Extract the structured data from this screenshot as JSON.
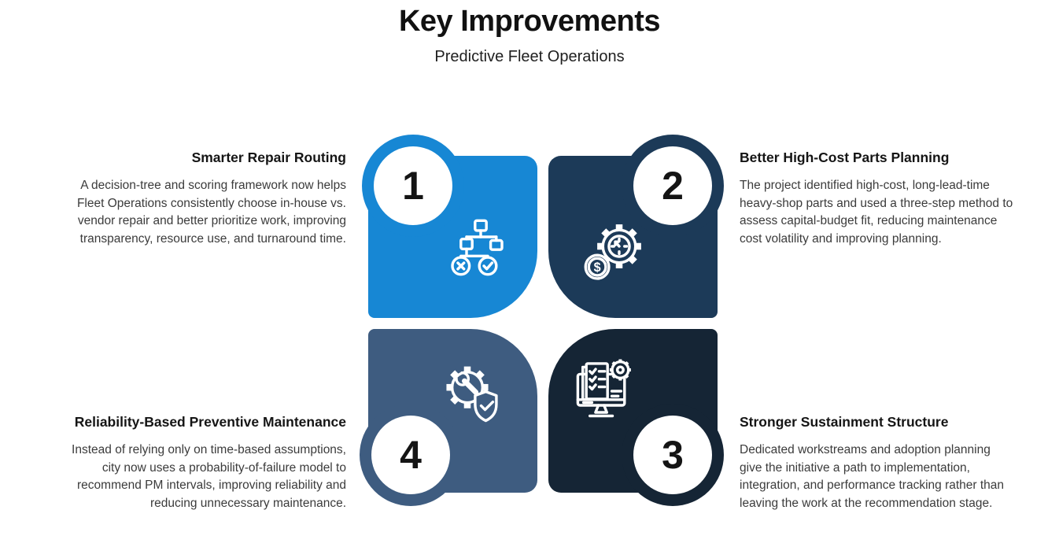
{
  "header": {
    "title": "Key Improvements",
    "subtitle": "Predictive Fleet Operations"
  },
  "palette": {
    "background": "#ffffff",
    "icon_stroke": "#ffffff",
    "number_color": "#141414",
    "heading_color": "#151515",
    "body_color": "#3b3b3b"
  },
  "items": [
    {
      "number": "1",
      "title": "Smarter Repair Routing",
      "description": "A decision-tree and scoring framework now helps Fleet Operations consistently choose in-house vs. vendor repair and better prioritize work, improving transparency, resource use, and turnaround time.",
      "color": "#1787d4",
      "icon": "decision-tree-icon",
      "position": "top-left"
    },
    {
      "number": "2",
      "title": "Better High-Cost Parts Planning",
      "description": "The project identified high-cost, long-lead-time heavy-shop parts and used a three-step method to assess capital-budget fit, reducing maintenance cost volatility and improving planning.",
      "color": "#1c3a58",
      "icon": "gear-clock-coin-icon",
      "position": "top-right"
    },
    {
      "number": "3",
      "title": "Stronger Sustainment Structure",
      "description": "Dedicated workstreams and adoption planning give the initiative a path to implementation, integration, and performance tracking rather than leaving the work at the recommendation stage.",
      "color": "#152535",
      "icon": "monitor-checklist-gear-icon",
      "position": "bottom-right"
    },
    {
      "number": "4",
      "title": "Reliability-Based Preventive Maintenance",
      "description": "Instead of relying only on time-based assumptions, city now uses a probability-of-failure model to recommend PM intervals, improving reliability and reducing unnecessary maintenance.",
      "color": "#3e5c80",
      "icon": "gear-wrench-shield-icon",
      "position": "bottom-left"
    }
  ]
}
